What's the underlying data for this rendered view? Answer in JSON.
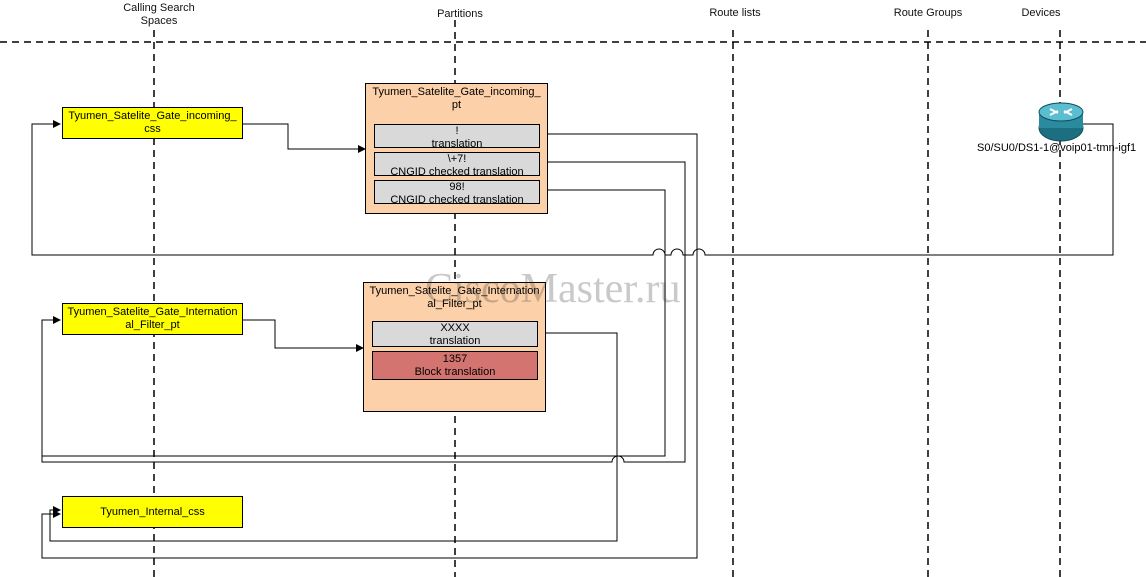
{
  "lanes": [
    {
      "title": "Calling Search\nSpaces"
    },
    {
      "title": "Partitions"
    },
    {
      "title": "Route lists"
    },
    {
      "title": "Route Groups"
    },
    {
      "title": "Devices"
    }
  ],
  "css_boxes": [
    {
      "label": "Tyumen_Satelite_Gate_incoming_\ncss"
    },
    {
      "label": "Tyumen_Satelite_Gate_Internation\nal_Filter_pt"
    },
    {
      "label": "Tyumen_Internal_css"
    }
  ],
  "partitions": [
    {
      "title": "Tyumen_Satelite_Gate_incoming_\npt",
      "patterns": [
        {
          "line1": "!",
          "line2": "translation",
          "type": "translation"
        },
        {
          "line1": "\\+7!",
          "line2": "CNGID checked translation",
          "type": "translation"
        },
        {
          "line1": "98!",
          "line2": "CNGID checked translation",
          "type": "translation"
        }
      ]
    },
    {
      "title": "Tyumen_Satelite_Gate_Internation\nal_Filter_pt",
      "patterns": [
        {
          "line1": "XXXX",
          "line2": "translation",
          "type": "translation"
        },
        {
          "line1": "1357",
          "line2": "Block translation",
          "type": "block"
        }
      ]
    }
  ],
  "device": {
    "icon": "router-icon",
    "label": "S0/SU0/DS1-1@voip01-tmn-igf1"
  },
  "watermark": "CiscoMaster.ru",
  "colors": {
    "css_fill": "#ffff00",
    "partition_fill": "#fcd0a8",
    "pattern_fill": "#d9d9d9",
    "block_fill": "#d47470",
    "router": "#2a8a9e"
  }
}
